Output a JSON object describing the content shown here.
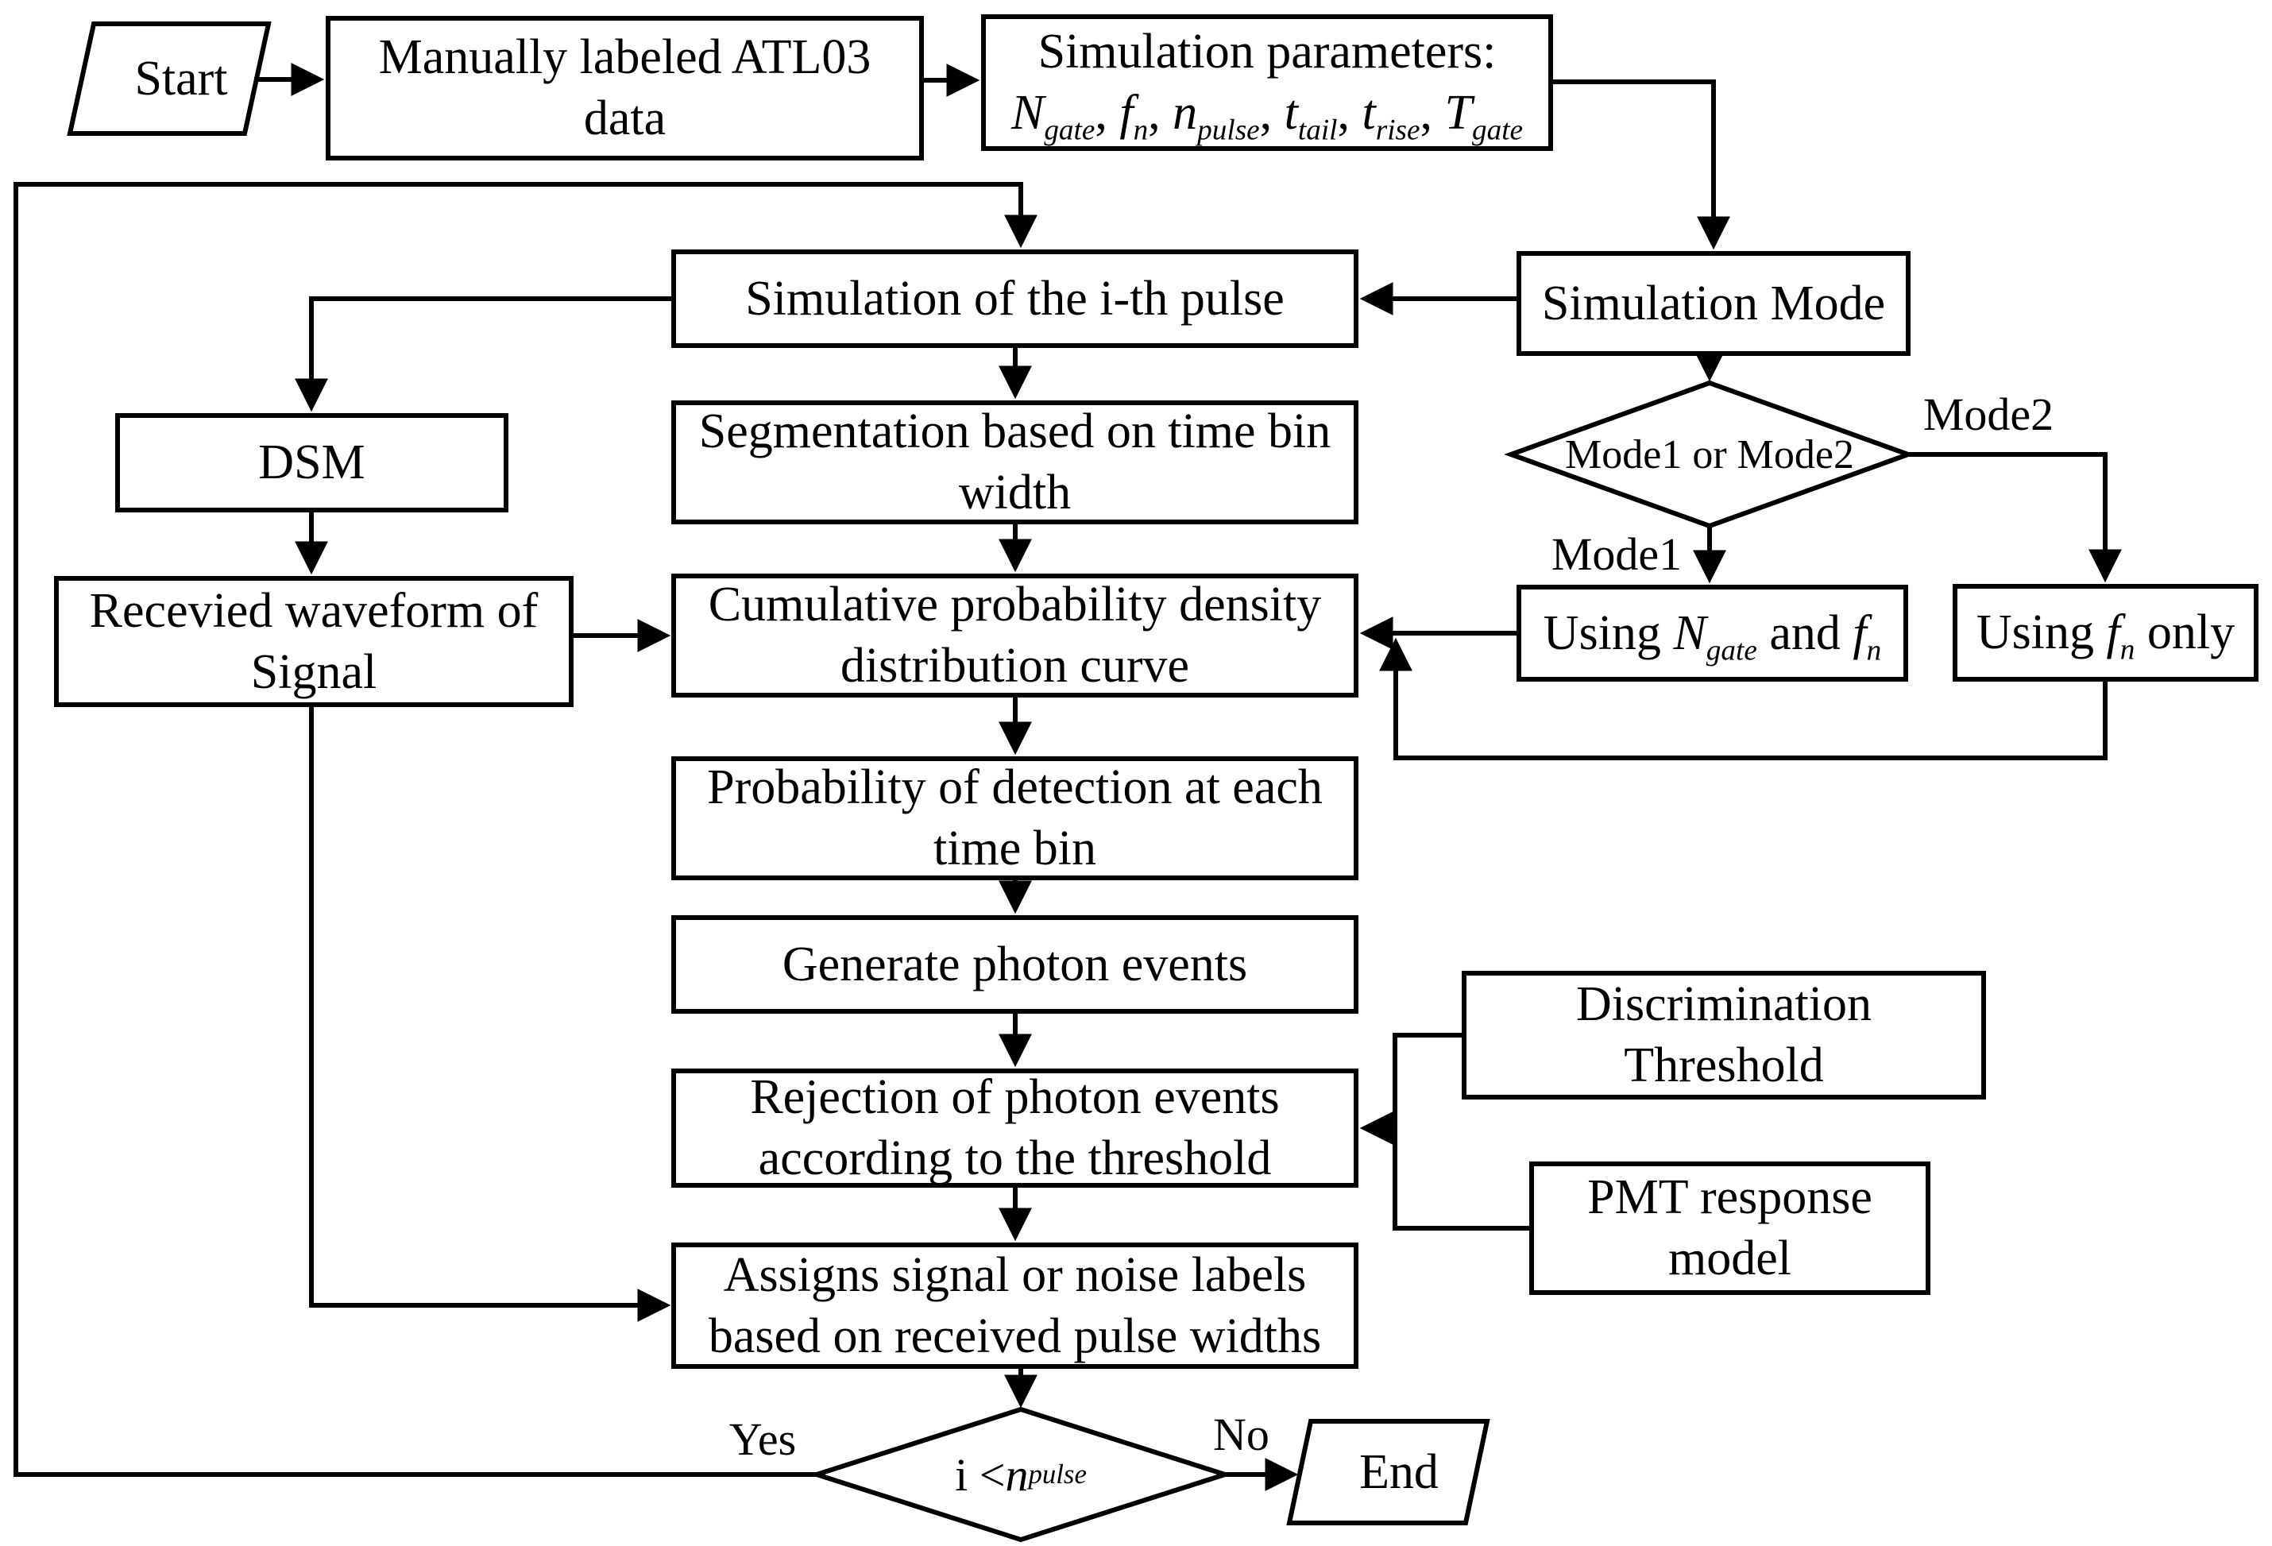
{
  "diagram_title": "ATL03 photon-counting simulation flowchart",
  "colors": {
    "ink": "#000000",
    "paper": "#ffffff"
  },
  "nodes": {
    "start": {
      "label": "Start",
      "shape": "parallelogram"
    },
    "atl03": {
      "lines": [
        "Manually labeled ATL03",
        "data"
      ],
      "shape": "rect"
    },
    "params": {
      "lines_html": [
        "Simulation parameters:",
        "<i>N</i><sub>gate</sub>, <i>f</i><sub>n</sub>, <i>n</i><sub>pulse</sub>, <i>t</i><sub>tail</sub>, <i>t</i><sub>rise</sub>, <i>T</i><sub>gate</sub>"
      ],
      "shape": "rect"
    },
    "pulse": {
      "label": "Simulation of the i-th pulse",
      "shape": "rect"
    },
    "simmode": {
      "label": "Simulation Mode",
      "shape": "rect"
    },
    "mode_decision": {
      "label": "Mode1 or Mode2",
      "shape": "diamond"
    },
    "dsm": {
      "label": "DSM",
      "shape": "rect"
    },
    "segmentation": {
      "lines": [
        "Segmentation based on time bin",
        "width"
      ],
      "shape": "rect"
    },
    "received": {
      "lines": [
        "Recevied waveform of",
        "Signal"
      ],
      "shape": "rect"
    },
    "cumulative": {
      "lines": [
        "Cumulative probability density",
        "distribution curve"
      ],
      "shape": "rect"
    },
    "using_ngate": {
      "label_html": "Using <i>N</i><sub>gate</sub> and <i>f</i><sub>n</sub>",
      "shape": "rect"
    },
    "using_fn": {
      "label_html": "Using <i>f</i><sub>n</sub> only",
      "shape": "rect"
    },
    "probability": {
      "lines": [
        "Probability of detection at each",
        "time bin"
      ],
      "shape": "rect"
    },
    "generate": {
      "label": "Generate photon events",
      "shape": "rect"
    },
    "discrimination": {
      "lines": [
        "Discrimination",
        "Threshold"
      ],
      "shape": "rect"
    },
    "rejection": {
      "lines": [
        "Rejection of photon events",
        "according to the threshold"
      ],
      "shape": "rect"
    },
    "pmt": {
      "lines": [
        "PMT response",
        "model"
      ],
      "shape": "rect"
    },
    "assigns": {
      "lines": [
        "Assigns signal or noise labels",
        "based on received pulse widths"
      ],
      "shape": "rect"
    },
    "loop_decision": {
      "label_html": "i &lt;<i>n</i><sub>pulse</sub>",
      "shape": "diamond"
    },
    "end": {
      "label": "End",
      "shape": "parallelogram"
    }
  },
  "labels": {
    "mode1": "Mode1",
    "mode2": "Mode2",
    "yes": "Yes",
    "no": "No"
  },
  "edges": [
    {
      "from": "start",
      "to": "atl03"
    },
    {
      "from": "atl03",
      "to": "params"
    },
    {
      "from": "params",
      "to": "simmode"
    },
    {
      "from": "simmode",
      "to": "pulse"
    },
    {
      "from": "simmode",
      "to": "mode_decision"
    },
    {
      "from": "mode_decision",
      "to": "using_ngate",
      "label": "Mode1"
    },
    {
      "from": "mode_decision",
      "to": "using_fn",
      "label": "Mode2"
    },
    {
      "from": "using_ngate",
      "to": "cumulative"
    },
    {
      "from": "using_fn",
      "to": "cumulative"
    },
    {
      "from": "pulse",
      "to": "dsm"
    },
    {
      "from": "pulse",
      "to": "segmentation"
    },
    {
      "from": "dsm",
      "to": "received"
    },
    {
      "from": "segmentation",
      "to": "cumulative"
    },
    {
      "from": "received",
      "to": "cumulative"
    },
    {
      "from": "received",
      "to": "assigns"
    },
    {
      "from": "cumulative",
      "to": "probability"
    },
    {
      "from": "probability",
      "to": "generate"
    },
    {
      "from": "generate",
      "to": "rejection"
    },
    {
      "from": "discrimination",
      "to": "rejection"
    },
    {
      "from": "pmt",
      "to": "rejection"
    },
    {
      "from": "rejection",
      "to": "assigns"
    },
    {
      "from": "assigns",
      "to": "loop_decision"
    },
    {
      "from": "loop_decision",
      "to": "pulse",
      "label": "Yes"
    },
    {
      "from": "loop_decision",
      "to": "end",
      "label": "No"
    }
  ]
}
